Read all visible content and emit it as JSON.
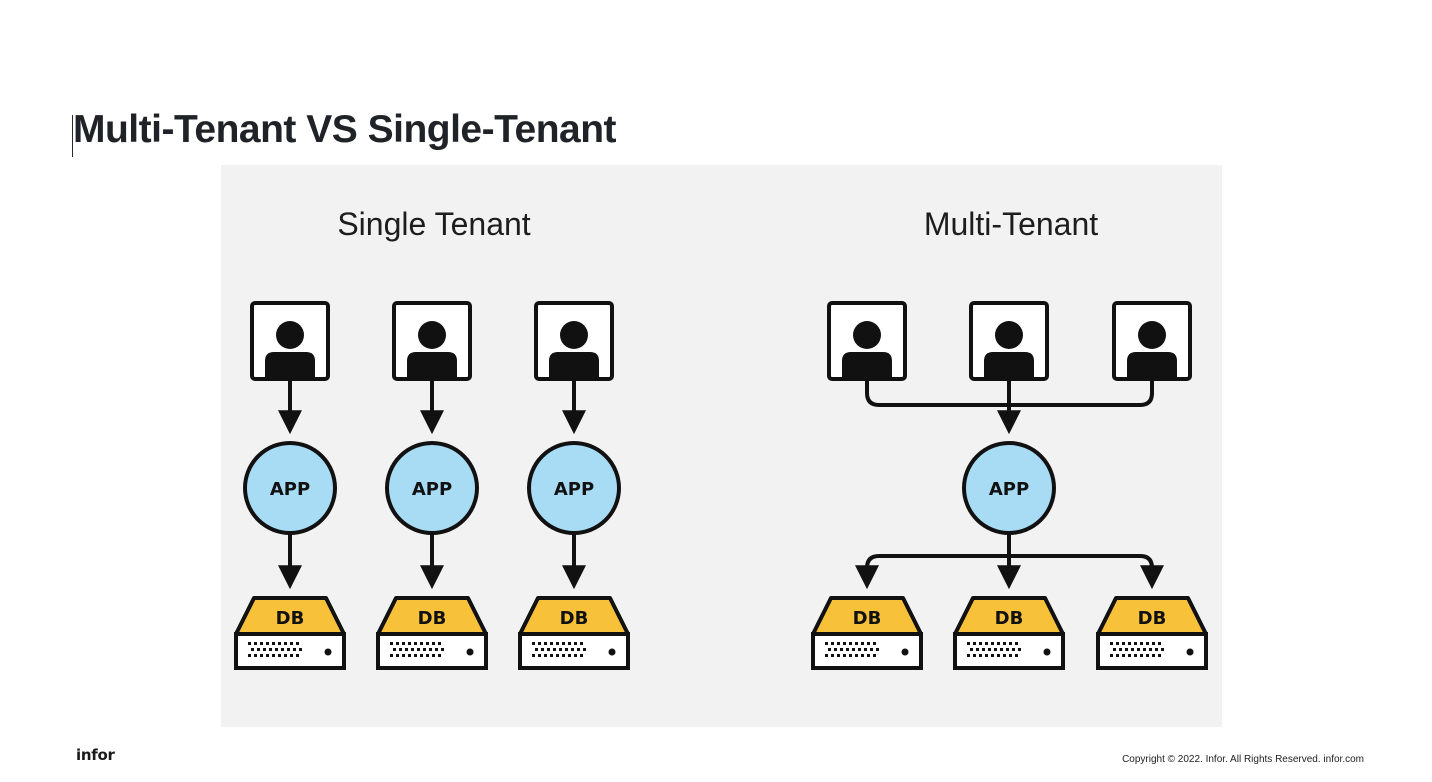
{
  "slide": {
    "title": "Multi-Tenant VS Single-Tenant"
  },
  "diagram": {
    "single_tenant": {
      "heading": "Single Tenant",
      "stacks": [
        {
          "app_label": "APP",
          "db_label": "DB"
        },
        {
          "app_label": "APP",
          "db_label": "DB"
        },
        {
          "app_label": "APP",
          "db_label": "DB"
        }
      ]
    },
    "multi_tenant": {
      "heading": "Multi-Tenant",
      "user_count": 3,
      "app_label": "APP",
      "db_labels": [
        "DB",
        "DB",
        "DB"
      ]
    },
    "colors": {
      "panel_background": "#f2f2f2",
      "app_fill": "#a8dcf5",
      "db_fill": "#f8c13a",
      "outline": "#111111",
      "user_icon": "person-icon"
    }
  },
  "footer": {
    "logo_text": "infor",
    "copyright": "Copyright © 2022. Infor. All Rights Reserved. infor.com"
  }
}
